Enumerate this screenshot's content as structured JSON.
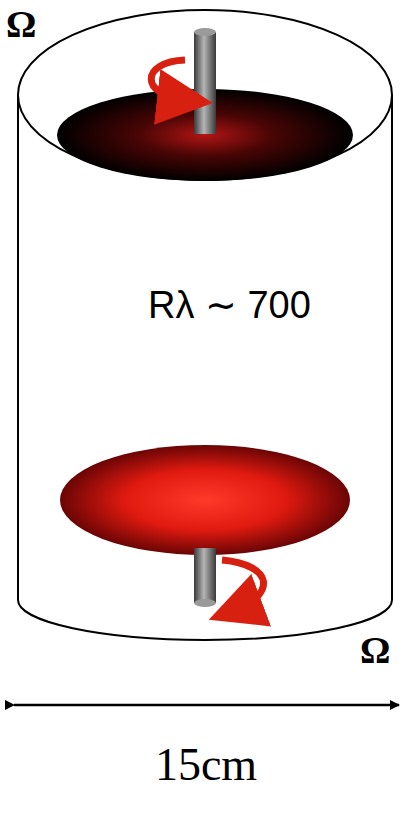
{
  "diagram": {
    "labels": [
      "Ω",
      "Rλ ∼ 700",
      "Ω",
      "15cm"
    ]
  }
}
